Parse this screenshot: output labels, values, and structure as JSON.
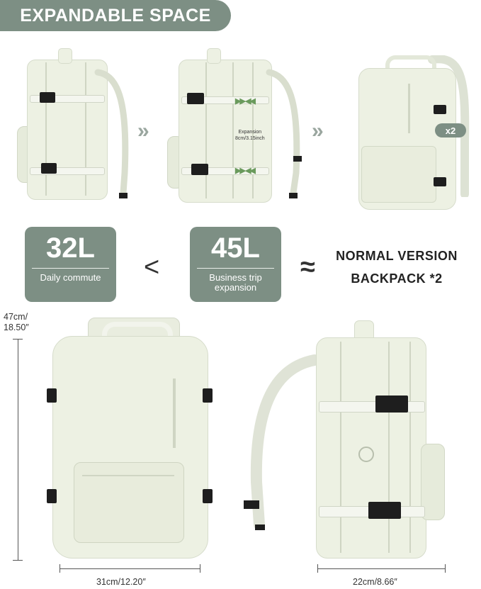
{
  "title": "EXPANDABLE SPACE",
  "top_illustration": {
    "expansion_label_line1": "Expansion",
    "expansion_label_line2": "8cm/3.15inch",
    "arrow_glyph": "»",
    "multiplier_badge": "x2"
  },
  "capacity": {
    "daily": {
      "value": "32L",
      "caption": "Daily commute"
    },
    "comparison_symbol": "<",
    "expanded": {
      "value": "45L",
      "caption": "Business trip expansion"
    },
    "approx_symbol": "≈",
    "equivalent_line1": "NORMAL VERSION",
    "equivalent_line2": "BACKPACK *2"
  },
  "dimensions": {
    "height_line1": "47cm/",
    "height_line2": "18.50″",
    "front_width": "31cm/12.20″",
    "side_depth": "22cm/8.66″"
  },
  "colors": {
    "accent_gray_green": "#7d8f84",
    "backpack_body": "#edf1e3",
    "buckle": "#1e1e1e",
    "expansion_arrows": "#6a9a5c"
  }
}
